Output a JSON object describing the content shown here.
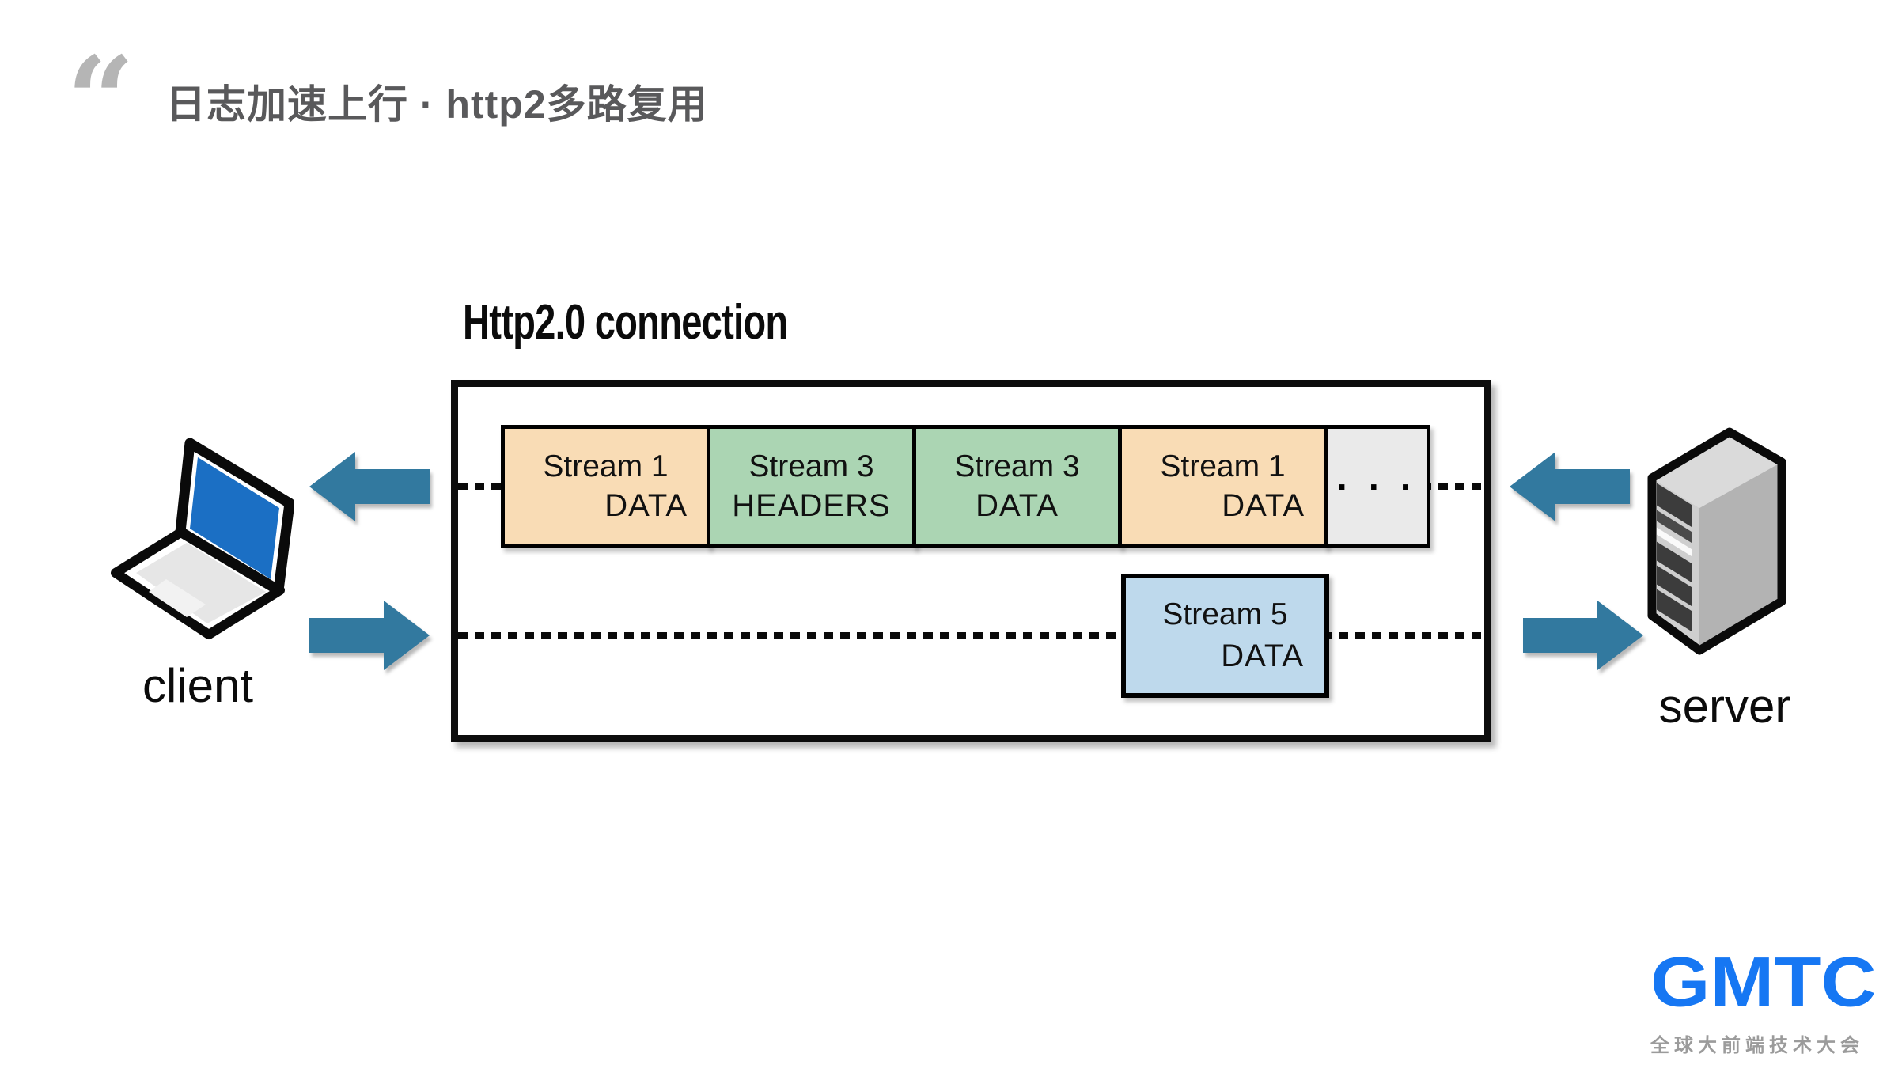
{
  "header": {
    "quote_glyph": "“",
    "title": "日志加速上行 · http2多路复用"
  },
  "diagram": {
    "connection_label": "Http2.0 connection",
    "frames": [
      {
        "stream": "Stream 1",
        "type": "DATA",
        "color": "#f9dcb5"
      },
      {
        "stream": "Stream 3",
        "type": "HEADERS",
        "color": "#abd5b3"
      },
      {
        "stream": "Stream 3",
        "type": "DATA",
        "color": "#abd5b3"
      },
      {
        "stream": "Stream 1",
        "type": "DATA",
        "color": "#f9dcb5"
      }
    ],
    "ellipsis": "· · ·",
    "ellipsis_box_color": "#eaeaea",
    "stream5": {
      "stream": "Stream 5",
      "type": "DATA",
      "color": "#bed9ec"
    },
    "client_label": "client",
    "server_label": "server"
  },
  "logo": {
    "wordmark": "GMTC",
    "subtitle": "全球大前端技术大会"
  },
  "colors": {
    "arrow_blue": "#32799f",
    "laptop_screen_blue": "#1b6fc4",
    "logo_blue": "#1677f3",
    "title_gray": "#59595b",
    "quote_gray": "#b5b5b5"
  }
}
